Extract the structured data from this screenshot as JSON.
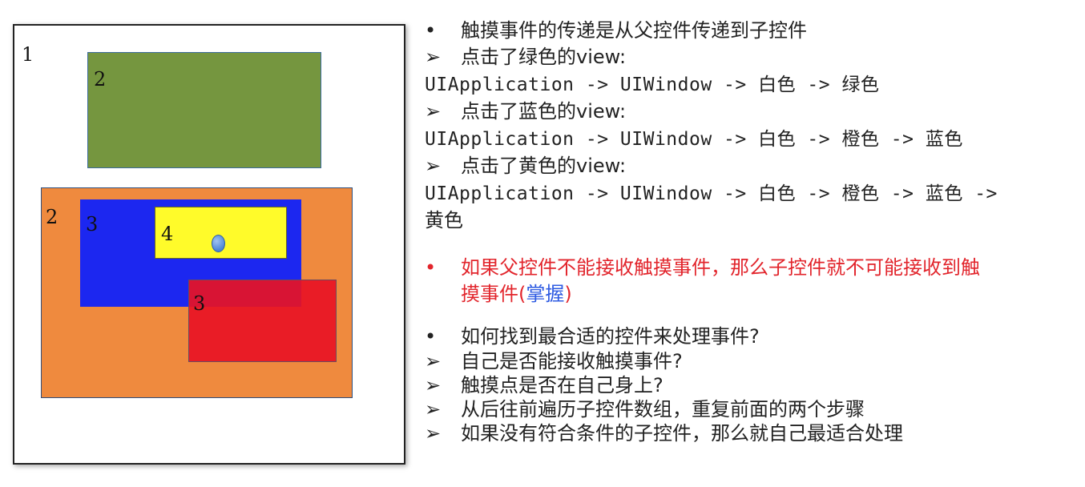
{
  "diagram": {
    "labels": {
      "outer": "1",
      "green": "2",
      "orange": "2",
      "blue": "3",
      "yellow": "4",
      "red": "3"
    },
    "colors": {
      "green": "#75963f",
      "orange": "#ef8a3e",
      "blue": "#1c27f0",
      "yellow": "#fffb2a",
      "red": "#e81224"
    }
  },
  "text": {
    "bullet_dot": "•",
    "bullet_arrow": "➢",
    "l1": "触摸事件的传递是从父控件传递到子控件",
    "l2": "点击了绿色的view:",
    "l3": "UIApplication -> UIWindow -> 白色 -> 绿色",
    "l4": "点击了蓝色的view:",
    "l5": "UIApplication -> UIWindow -> 白色 -> 橙色 -> 蓝色",
    "l6": "点击了黄色的view:",
    "l7": "UIApplication -> UIWindow -> 白色 -> 橙色 -> 蓝色 ->",
    "l8": "黄色",
    "red_line1": "如果父控件不能接收触摸事件，那么子控件就不可能接收到触",
    "red_line2_pre": "摸事件(",
    "red_line2_blue": "掌握",
    "red_line2_post": ")",
    "q1": "如何找到最合适的控件来处理事件?",
    "q2": "自己是否能接收触摸事件?",
    "q3": "触摸点是否在自己身上?",
    "q4": "从后往前遍历子控件数组，重复前面的两个步骤",
    "q5": "如果没有符合条件的子控件，那么就自己最适合处理"
  }
}
